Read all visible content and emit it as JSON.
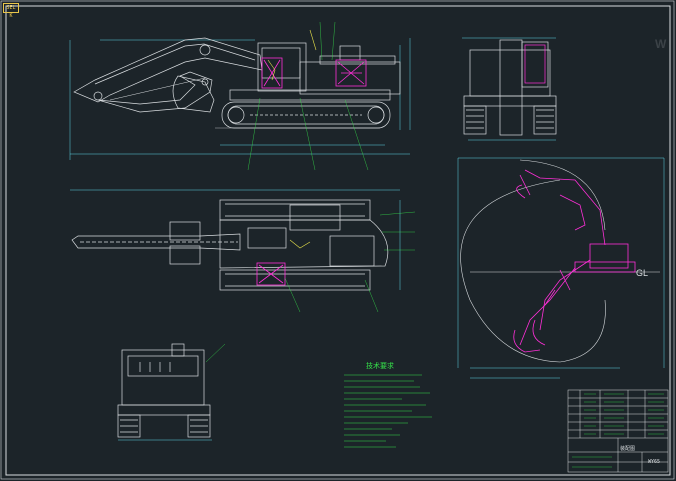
{
  "sheet_tag": "SEL K",
  "watermark": "W",
  "ground_line_label": "GL",
  "notes_title": "技术要求",
  "title_block": {
    "drawing_name": "装配图",
    "code": "WY65"
  },
  "colors": {
    "background": "#1c2429",
    "line_white": "#d9dde0",
    "line_green": "#35e04a",
    "line_magenta": "#ff2fd8",
    "line_cyan": "#5fd6e8",
    "line_yellow": "#e8e24a"
  }
}
